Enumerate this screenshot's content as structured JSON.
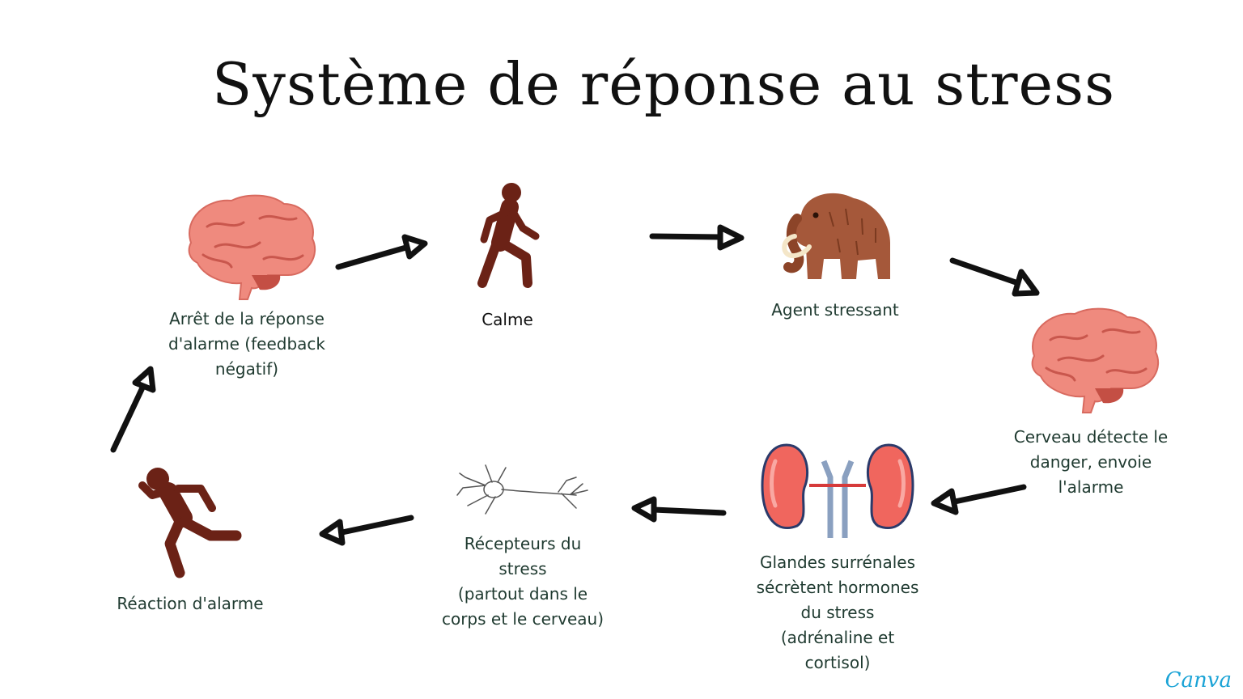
{
  "title": "Système de réponse au stress",
  "nodes": {
    "arret": "Arrêt de la réponse\nd'alarme (feedback\nnégatif)",
    "calme": "Calme",
    "agent": "Agent stressant",
    "cerveau": "Cerveau détecte le\ndanger, envoie\nl'alarme",
    "glandes": "Glandes surrénales\nsécrètent hormones\ndu stress\n(adrénaline et\ncortisol)",
    "recepteurs": "Récepteurs du\nstress\n(partout dans le\ncorps et le cerveau)",
    "reaction": "Réaction d'alarme"
  },
  "icons": [
    "brain-icon",
    "walking-person-icon",
    "mammoth-icon",
    "brain-icon",
    "kidneys-icon",
    "neuron-icon",
    "running-person-icon"
  ],
  "colors": {
    "brain": "#ef8a7e",
    "person": "#6b2216",
    "kidney": "#f0665e",
    "arrow": "#111111"
  },
  "logo": "Canva"
}
